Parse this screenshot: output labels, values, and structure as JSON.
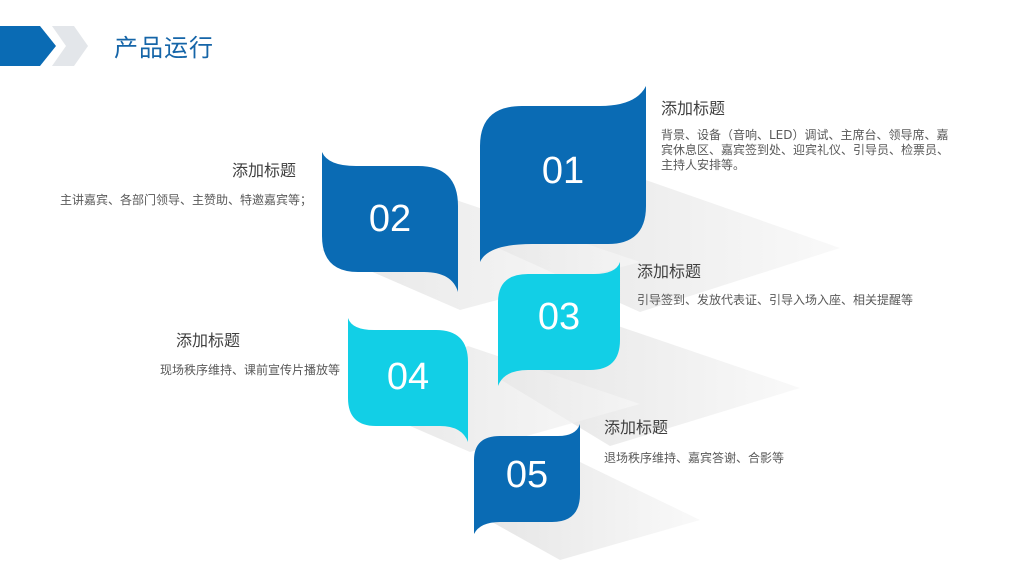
{
  "slide": {
    "title": "产品运行",
    "accent_dark": "#0a6bb4",
    "accent_light": "#12cfe6",
    "items": [
      {
        "number": "01",
        "title": "添加标题",
        "desc": "背景、设备（音响、LED）调试、主席台、领导席、嘉宾休息区、嘉宾签到处、迎宾礼仪、引导员、检票员、主持人安排等。"
      },
      {
        "number": "02",
        "title": "添加标题",
        "desc": "主讲嘉宾、各部门领导、主赞助、特邀嘉宾等；"
      },
      {
        "number": "03",
        "title": "添加标题",
        "desc": "引导签到、发放代表证、引导入场入座、相关提醒等"
      },
      {
        "number": "04",
        "title": "添加标题",
        "desc": "现场秩序维持、课前宣传片播放等"
      },
      {
        "number": "05",
        "title": "添加标题",
        "desc": "退场秩序维持、嘉宾答谢、合影等"
      }
    ]
  }
}
